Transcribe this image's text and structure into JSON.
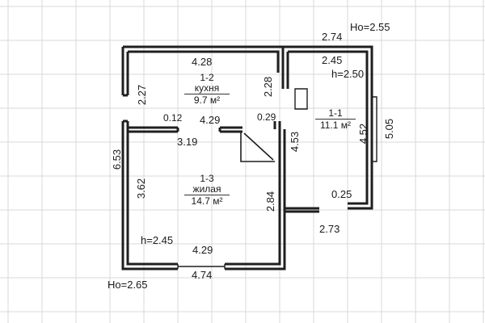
{
  "plan": {
    "heights": {
      "top_right": "Ho=2.55",
      "bottom_left": "Ho=2.65"
    },
    "rooms": [
      {
        "id": "1-2",
        "name": "кухня",
        "area": "9.7 м²"
      },
      {
        "id": "1-3",
        "name": "жилая",
        "area": "14.7 м²"
      },
      {
        "id": "1-1",
        "name": "",
        "area": "11.1 м²"
      }
    ],
    "dims": {
      "top_right_width": "2.74",
      "kitchen_width": "4.28",
      "kitchen_height_left": "2.27",
      "kitchen_height_right": "2.28",
      "wall_012": "0.12",
      "kitchen_bottom": "4.29",
      "wall_029": "0.29",
      "hall_width": "2.45",
      "hall_ceiling": "h=2.50",
      "hall_height_inner": "4.53",
      "hall_height_right": "4.52",
      "outer_right": "5.05",
      "outer_left": "6.53",
      "stair": "3.19",
      "living_left": "3.62",
      "living_right": "2.84",
      "living_ceiling": "h=2.45",
      "living_bottom_inner": "4.29",
      "bottom_outer": "4.74",
      "hall_025": "0.25",
      "hall_bottom": "2.73"
    }
  }
}
